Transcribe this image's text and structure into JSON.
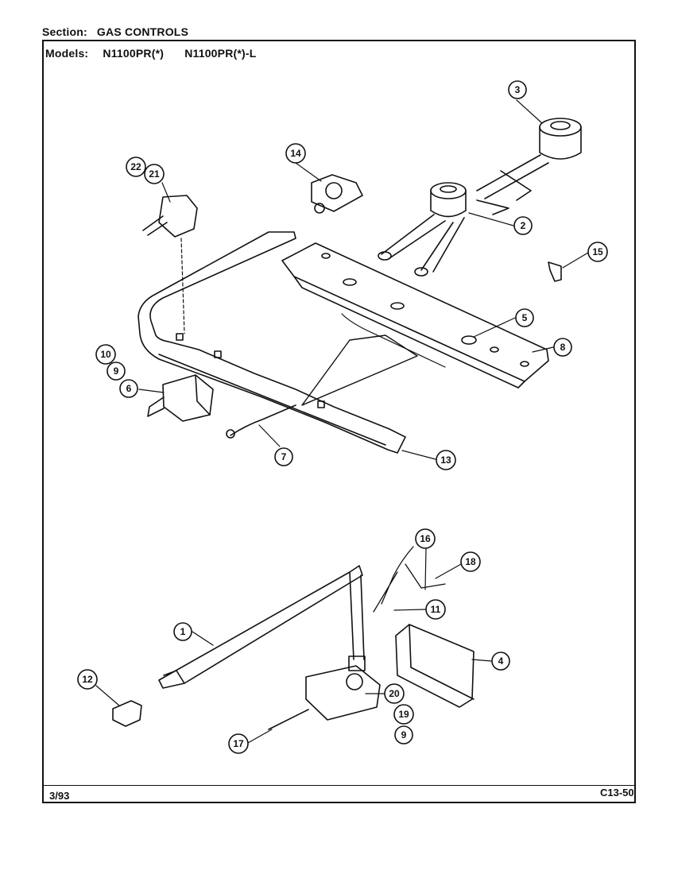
{
  "header": {
    "section_label": "Section:",
    "section_value": "GAS CONTROLS",
    "models_label": "Models:",
    "model_1": "N1100PR(*)",
    "model_2": "N1100PR(*)-L"
  },
  "footer": {
    "date": "3/93",
    "code": "C13-50"
  },
  "callouts": {
    "c1": "1",
    "c2": "2",
    "c3": "3",
    "c4": "4",
    "c5": "5",
    "c6": "6",
    "c7": "7",
    "c8": "8",
    "c9a": "9",
    "c9b": "9",
    "c10": "10",
    "c11": "11",
    "c12": "12",
    "c13": "13",
    "c14": "14",
    "c15": "15",
    "c16": "16",
    "c17": "17",
    "c18": "18",
    "c19": "19",
    "c20": "20",
    "c21": "21",
    "c22": "22"
  }
}
